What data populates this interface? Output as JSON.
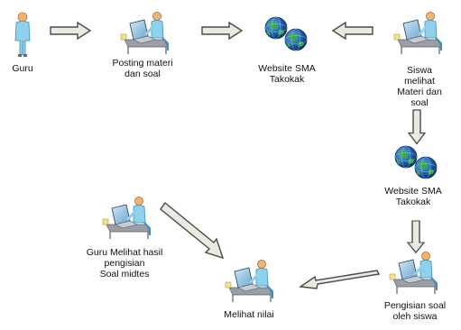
{
  "nodes": {
    "guru": {
      "label": [
        "Guru"
      ]
    },
    "posting": {
      "label": [
        "Posting materi",
        "dan soal"
      ]
    },
    "website1": {
      "label": [
        "Website  SMA",
        "Takokak"
      ]
    },
    "siswa": {
      "label": [
        "Siswa",
        "melihat",
        "Materi dan",
        "soal"
      ]
    },
    "website2": {
      "label": [
        "Website SMA",
        "Takokak"
      ]
    },
    "pengisian": {
      "label": [
        "Pengisian soal",
        "oleh siswa"
      ]
    },
    "melihat_nilai": {
      "label": [
        "Melihat nilai"
      ]
    },
    "guru_melihat": {
      "label": [
        "Guru Melihat hasil",
        "pengisian",
        "Soal midtes"
      ]
    }
  },
  "colors": {
    "arrow_fill": "#e9ebe1",
    "arrow_stroke": "#4a4a4a",
    "person": "#8fd0ec",
    "person_dark": "#3f8fb8",
    "skin": "#f4b26a",
    "globe_blue": "#1f5ea8",
    "globe_green": "#38a84a",
    "desk": "#9a9ea6"
  }
}
